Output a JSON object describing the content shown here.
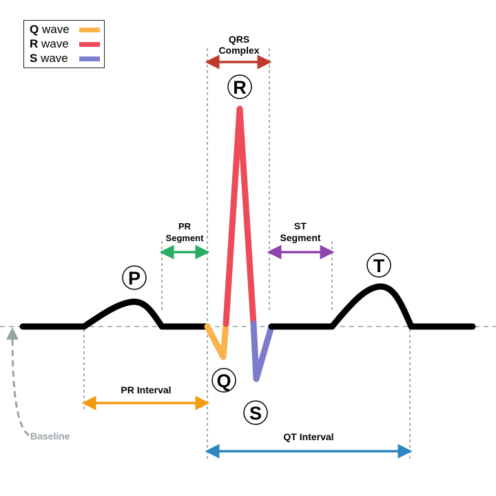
{
  "legend": {
    "items": [
      {
        "letter": "Q",
        "label": "wave",
        "color": "#f9b34a"
      },
      {
        "letter": "R",
        "label": "wave",
        "color": "#ec4b57"
      },
      {
        "letter": "S",
        "label": "wave",
        "color": "#7c7ccc"
      }
    ]
  },
  "waves": {
    "p": "P",
    "q": "Q",
    "r": "R",
    "s": "S",
    "t": "T"
  },
  "labels": {
    "qrs_complex_line1": "QRS",
    "qrs_complex_line2": "Complex",
    "pr_segment_line1": "PR",
    "pr_segment_line2": "Segment",
    "st_segment_line1": "ST",
    "st_segment_line2": "Segment",
    "pr_interval": "PR Interval",
    "qt_interval": "QT Interval",
    "baseline": "Baseline"
  },
  "colors": {
    "trace": "#000000",
    "q_wave": "#f9b34a",
    "r_wave": "#ec4b57",
    "s_wave": "#7c7ccc",
    "qrs_complex_arrow": "#c0392b",
    "pr_segment_arrow": "#27ae60",
    "st_segment_arrow": "#8e44ad",
    "pr_interval_arrow": "#f39c12",
    "qt_interval_arrow": "#2e86c1",
    "baseline": "#95a5a6",
    "guides": "#555555"
  }
}
